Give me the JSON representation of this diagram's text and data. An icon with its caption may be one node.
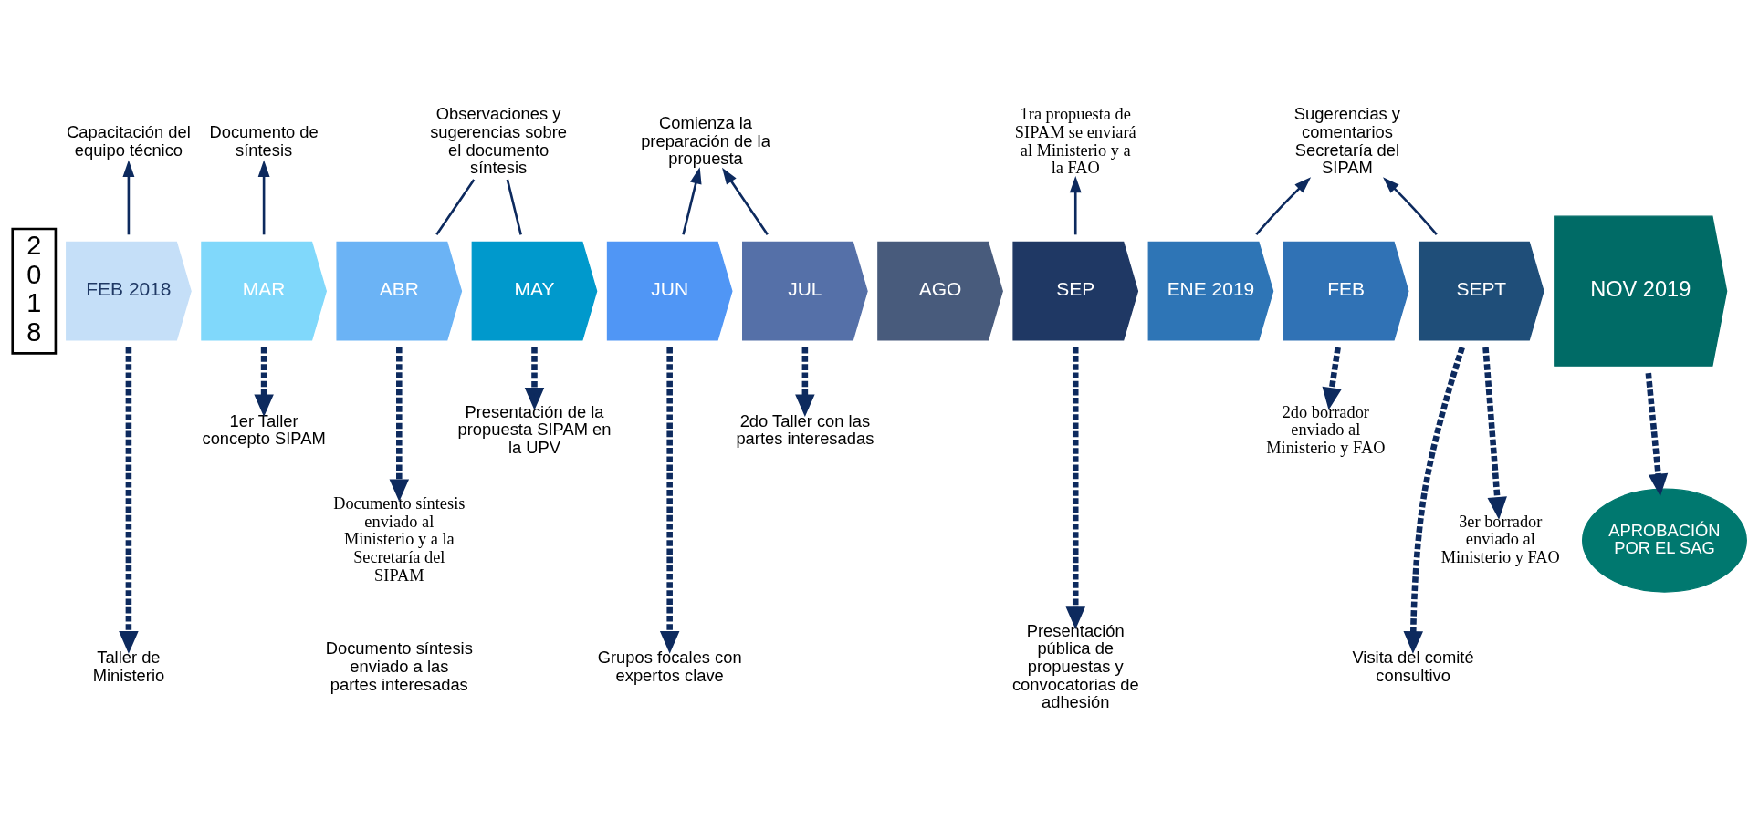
{
  "diagram": {
    "nodes": [
      {
        "text": [
          "2018"
        ]
      },
      {
        "text": [
          "FEB 2018"
        ]
      },
      {
        "text": [
          "MAR"
        ]
      },
      {
        "text": [
          "ABR"
        ]
      },
      {
        "text": [
          "MAY"
        ]
      },
      {
        "text": [
          "JUN"
        ]
      },
      {
        "text": [
          "JUL"
        ]
      },
      {
        "text": [
          "AGO"
        ]
      },
      {
        "text": [
          "SEP"
        ]
      },
      {
        "text": [
          "ENE 2019"
        ]
      },
      {
        "text": [
          "FEB"
        ]
      },
      {
        "text": [
          "SEPT"
        ]
      },
      {
        "text": [
          "NOV 2019"
        ]
      },
      {
        "text": [
          "Capacitación del equipo técnico"
        ]
      },
      {
        "text": [
          "Documento de síntesis"
        ]
      },
      {
        "text": [
          "Observaciones y sugerencias sobre el documento síntesis"
        ]
      },
      {
        "text": [
          "Comienza la preparación de la propuesta"
        ]
      },
      {
        "text": [
          "1ra propuesta de SIPAM se enviará al Ministerio y a la FAO"
        ]
      },
      {
        "text": [
          "Sugerencias y comentarios Secretaría del SIPAM"
        ]
      },
      {
        "text": [
          "Taller de Ministerio"
        ]
      },
      {
        "text": [
          "1er Taller concepto SIPAM"
        ]
      },
      {
        "text": [
          "Documento síntesis enviado al Ministerio y a la Secretaría del SIPAM"
        ],
        "beside": [
          "Documento síntesis enviado a las partes interesadas"
        ]
      },
      {
        "text": [
          "Presentación de la propuesta SIPAM en la UPV"
        ]
      },
      {
        "text": [
          "Grupos focales con expertos clave"
        ]
      },
      {
        "text": [
          "2do Taller con las partes interesadas"
        ]
      },
      {
        "text": [
          "Presentación pública de propuestas y convocatorias de adhesión"
        ]
      },
      {
        "text": [
          "2do borrador enviado al Ministerio y FAO"
        ]
      },
      {
        "text": [
          "3er borrador enviado al Ministerio y FAO"
        ]
      },
      {
        "text": [
          "Visita del comité consultivo"
        ]
      },
      {
        "text": [
          "APROBACIÓN POR EL SAG"
        ]
      }
    ],
    "edges": [
      {
        "from": 1,
        "to": 13,
        "arrow": "to"
      },
      {
        "from": 2,
        "to": 14,
        "arrow": "to"
      },
      {
        "from": 3,
        "to": 15,
        "arrow": "none"
      },
      {
        "from": 4,
        "to": 15,
        "arrow": "none"
      },
      {
        "from": 5,
        "to": 16,
        "arrow": "to"
      },
      {
        "from": 6,
        "to": 16,
        "arrow": "to"
      },
      {
        "from": 8,
        "to": 17,
        "arrow": "to"
      },
      {
        "from": 9,
        "to": 18,
        "arrow": "to"
      },
      {
        "from": 11,
        "to": 18,
        "arrow": "to"
      },
      {
        "from": 1,
        "to": 19,
        "arrow": "to",
        "style": "dashed"
      },
      {
        "from": 2,
        "to": 20,
        "arrow": "to",
        "style": "dashed"
      },
      {
        "from": 3,
        "to": 21,
        "arrow": "to",
        "style": "dashed"
      },
      {
        "from": 4,
        "to": 22,
        "arrow": "to",
        "style": "dashed"
      },
      {
        "from": 5,
        "to": 23,
        "arrow": "to",
        "style": "dashed"
      },
      {
        "from": 6,
        "to": 24,
        "arrow": "to",
        "style": "dashed"
      },
      {
        "from": 8,
        "to": 25,
        "arrow": "to",
        "style": "dashed"
      },
      {
        "from": 10,
        "to": 26,
        "arrow": "to",
        "style": "dashed"
      },
      {
        "from": 11,
        "to": 27,
        "arrow": "to",
        "style": "dashed"
      },
      {
        "from": 11,
        "to": 28,
        "arrow": "to",
        "style": "dashed"
      },
      {
        "from": 12,
        "to": 29,
        "arrow": "to",
        "style": "dashed"
      }
    ]
  }
}
